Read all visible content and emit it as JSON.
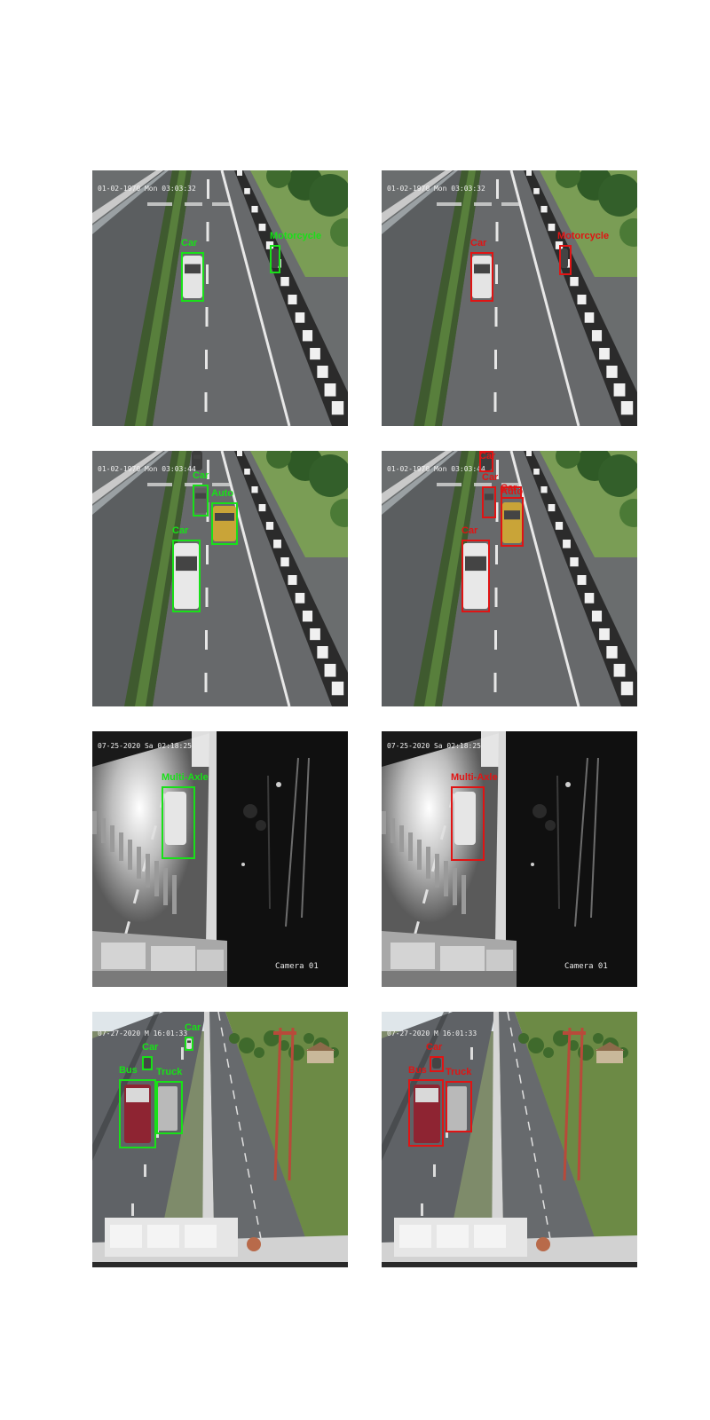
{
  "panels": [
    {
      "id": "row1-left",
      "scene": "day-highway",
      "color": "#19e019",
      "timestamp": "01-02-1970 Mon 03:03:32",
      "camera": "",
      "detections": [
        {
          "label": "Car"
        },
        {
          "label": "Motorcycle"
        }
      ]
    },
    {
      "id": "row1-right",
      "scene": "day-highway",
      "color": "#e01414",
      "timestamp": "01-02-1970 Mon 03:03:32",
      "camera": "",
      "detections": [
        {
          "label": "Car"
        },
        {
          "label": "Motorcycle"
        }
      ]
    },
    {
      "id": "row2-left",
      "scene": "day-highway",
      "color": "#19e019",
      "timestamp": "01-02-1970 Mon 03:03:44",
      "camera": "",
      "detections": [
        {
          "label": "Car"
        },
        {
          "label": "Auto"
        },
        {
          "label": "Car"
        }
      ]
    },
    {
      "id": "row2-right",
      "scene": "day-highway",
      "color": "#e01414",
      "timestamp": "01-02-1970 Mon 03:03:44",
      "camera": "",
      "detections": [
        {
          "label": "Car"
        },
        {
          "label": "Car"
        },
        {
          "label": "Auto"
        },
        {
          "label": "Car"
        },
        {
          "label": "Car"
        }
      ]
    },
    {
      "id": "row3-left",
      "scene": "night-highway",
      "color": "#19e019",
      "timestamp": "07-25-2020 Sa 02:18:25",
      "camera": "Camera 01",
      "detections": [
        {
          "label": "Multi-Axle"
        }
      ]
    },
    {
      "id": "row3-right",
      "scene": "night-highway",
      "color": "#e01414",
      "timestamp": "07-25-2020 Sa 02:18:25",
      "camera": "Camera 01",
      "detections": [
        {
          "label": "Multi-Axle"
        }
      ]
    },
    {
      "id": "row4-left",
      "scene": "overpass-highway",
      "color": "#19e019",
      "timestamp": "07-27-2020 M 16:01:33",
      "camera": "",
      "detections": [
        {
          "label": "Car"
        },
        {
          "label": "Car"
        },
        {
          "label": "Bus"
        },
        {
          "label": "Truck"
        }
      ]
    },
    {
      "id": "row4-right",
      "scene": "overpass-highway",
      "color": "#e01414",
      "timestamp": "07-27-2020 M 16:01:33",
      "camera": "",
      "detections": [
        {
          "label": "Car"
        },
        {
          "label": "Bus"
        },
        {
          "label": "Truck"
        }
      ]
    }
  ]
}
